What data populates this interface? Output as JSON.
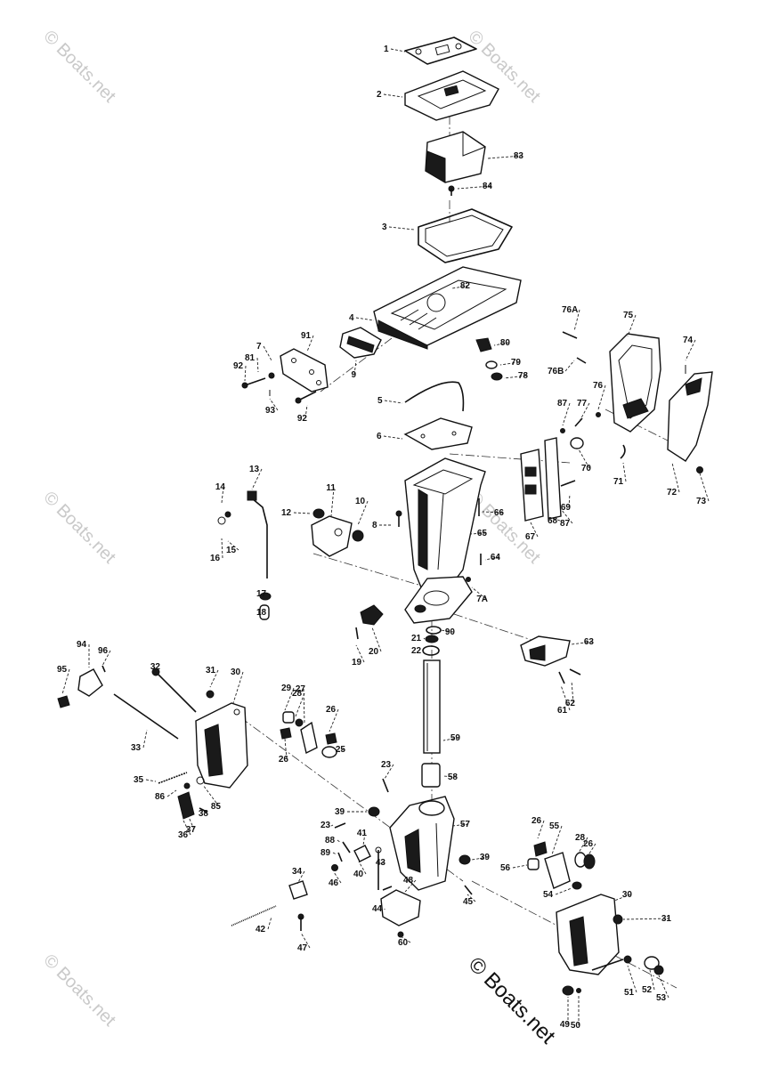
{
  "watermarks": [
    {
      "id": "wm-top-left",
      "text": "© Boats.net"
    },
    {
      "id": "wm-top-center",
      "text": "© Boats.net"
    },
    {
      "id": "wm-mid-left",
      "text": "© Boats.net"
    },
    {
      "id": "wm-mid-center",
      "text": "© Boats.net"
    },
    {
      "id": "wm-bottom-left",
      "text": "© Boats.net"
    }
  ],
  "copyright": "© Boats.net",
  "part_labels": [
    "1",
    "2",
    "83",
    "84",
    "3",
    "82",
    "76A",
    "75",
    "74",
    "4",
    "80",
    "91",
    "7",
    "81",
    "92",
    "9",
    "79",
    "76B",
    "78",
    "76",
    "93",
    "92",
    "5",
    "87",
    "77",
    "70",
    "6",
    "71",
    "72",
    "73",
    "13",
    "11",
    "14",
    "12",
    "10",
    "8",
    "66",
    "69",
    "65",
    "67",
    "68",
    "87",
    "15",
    "16",
    "64",
    "17",
    "7A",
    "18",
    "90",
    "21",
    "63",
    "22",
    "19",
    "20",
    "94",
    "96",
    "32",
    "31",
    "30",
    "95",
    "62",
    "61",
    "29",
    "28",
    "27",
    "26",
    "33",
    "59",
    "26",
    "25",
    "35",
    "86",
    "85",
    "38",
    "37",
    "36",
    "23",
    "58",
    "39",
    "57",
    "23",
    "41",
    "88",
    "89",
    "40",
    "46",
    "43",
    "39",
    "56",
    "26",
    "55",
    "28",
    "54",
    "26",
    "34",
    "48",
    "45",
    "30",
    "44",
    "31",
    "42",
    "60",
    "47",
    "51",
    "52",
    "53",
    "49",
    "50"
  ]
}
